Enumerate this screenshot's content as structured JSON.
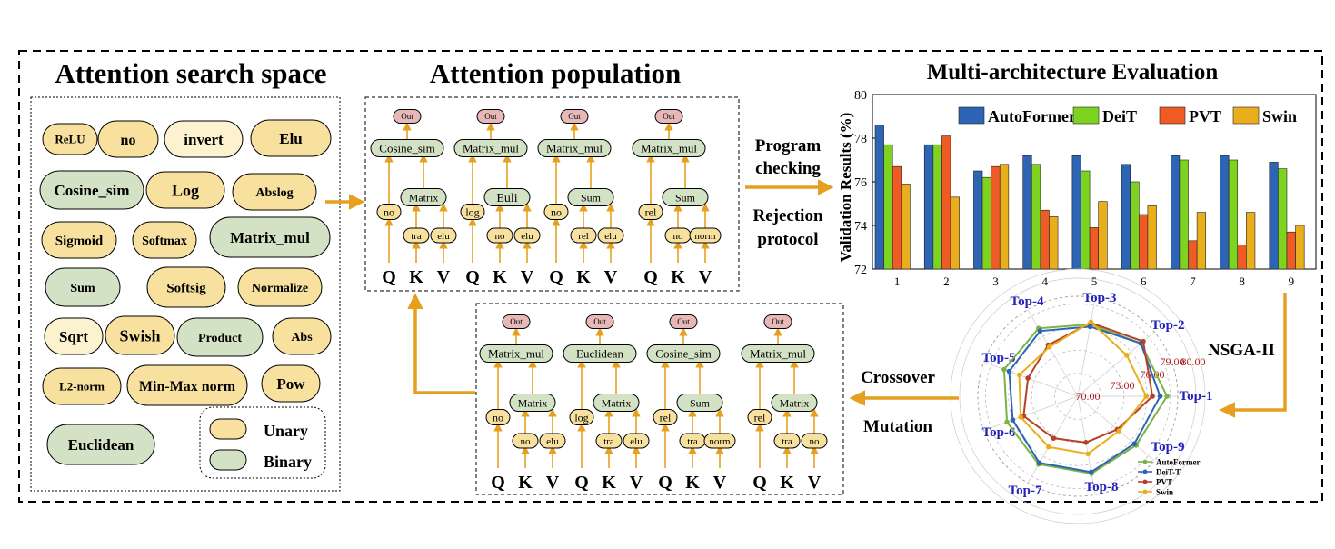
{
  "search_space": {
    "title": "Attention search space",
    "ops": [
      {
        "label": "ReLU",
        "kind": "unary"
      },
      {
        "label": "no",
        "kind": "unary"
      },
      {
        "label": "invert",
        "kind": "unary_light"
      },
      {
        "label": "Elu",
        "kind": "unary"
      },
      {
        "label": "Cosine_sim",
        "kind": "binary"
      },
      {
        "label": "Log",
        "kind": "unary"
      },
      {
        "label": "Abslog",
        "kind": "unary"
      },
      {
        "label": "Sigmoid",
        "kind": "unary"
      },
      {
        "label": "Softmax",
        "kind": "unary"
      },
      {
        "label": "Matrix_mul",
        "kind": "binary"
      },
      {
        "label": "Sum",
        "kind": "binary"
      },
      {
        "label": "Softsig",
        "kind": "unary"
      },
      {
        "label": "Normalize",
        "kind": "unary"
      },
      {
        "label": "Sqrt",
        "kind": "unary_light"
      },
      {
        "label": "Swish",
        "kind": "unary"
      },
      {
        "label": "Product",
        "kind": "binary"
      },
      {
        "label": "Abs",
        "kind": "unary"
      },
      {
        "label": "L2-norm",
        "kind": "unary"
      },
      {
        "label": "Min-Max norm",
        "kind": "unary"
      },
      {
        "label": "Pow",
        "kind": "unary"
      },
      {
        "label": "Euclidean",
        "kind": "binary"
      }
    ],
    "legend": {
      "unary": "Unary",
      "binary": "Binary"
    }
  },
  "population": {
    "title": "Attention population",
    "top_row": [
      {
        "out": "Out",
        "binary_top": "Cosine_sim",
        "binary_mid": "Matrix",
        "left_unary": "no",
        "q_op": "tra",
        "k_op": "elu"
      },
      {
        "out": "Out",
        "binary_top": "Matrix_mul",
        "binary_mid": "Euli",
        "left_unary": "log",
        "q_op": "no",
        "k_op": "elu"
      },
      {
        "out": "Out",
        "binary_top": "Matrix_mul",
        "binary_mid": "Sum",
        "left_unary": "no",
        "q_op": "rel",
        "k_op": "elu"
      },
      {
        "out": "Out",
        "binary_top": "Matrix_mul",
        "binary_mid": "Sum",
        "left_unary": "rel",
        "q_op": "no",
        "k_op": "norm"
      }
    ],
    "bottom_row": [
      {
        "out": "Out",
        "binary_top": "Matrix_mul",
        "binary_mid": "Matrix",
        "left_unary": "no",
        "q_op": "no",
        "k_op": "elu"
      },
      {
        "out": "Out",
        "binary_top": "Euclidean",
        "binary_mid": "Matrix",
        "left_unary": "log",
        "q_op": "tra",
        "k_op": "elu"
      },
      {
        "out": "Out",
        "binary_top": "Cosine_sim",
        "binary_mid": "Sum",
        "left_unary": "rel",
        "q_op": "tra",
        "k_op": "norm"
      },
      {
        "out": "Out",
        "binary_top": "Matrix_mul",
        "binary_mid": "Matrix",
        "left_unary": "rel",
        "q_op": "tra",
        "k_op": "no"
      }
    ],
    "inputs": [
      "Q",
      "K",
      "V"
    ]
  },
  "steps": {
    "program_checking": [
      "Program",
      "checking"
    ],
    "rejection_protocol": [
      "Rejection",
      "protocol"
    ],
    "nsga": "NSGA-II",
    "crossover": "Crossover",
    "mutation": "Mutation"
  },
  "evaluation": {
    "title": "Multi-architecture Evaluation"
  },
  "colors": {
    "unary": "#f8e19e",
    "binary": "#d3e2c4",
    "out": "#e6b9b8",
    "arrow": "#e4a01e",
    "autoformer": "#2e64b6",
    "deit": "#7ed321",
    "pvt": "#ef5b25",
    "swin": "#e9ae1c"
  },
  "chart_data": [
    {
      "type": "bar",
      "ylabel": "Validation Results (%)",
      "ylim": [
        72,
        80
      ],
      "yticks": [
        "72",
        "74",
        "76",
        "78",
        "80"
      ],
      "categories": [
        "1",
        "2",
        "3",
        "4",
        "5",
        "6",
        "7",
        "8",
        "9"
      ],
      "legend_position": "top",
      "series": [
        {
          "name": "AutoFormer",
          "color": "#2e64b6",
          "values": [
            78.6,
            77.7,
            76.5,
            77.2,
            77.2,
            76.8,
            77.2,
            77.2,
            76.9
          ]
        },
        {
          "name": "DeiT",
          "color": "#7ed321",
          "values": [
            77.7,
            77.7,
            76.2,
            76.8,
            76.5,
            76.0,
            77.0,
            77.0,
            76.6
          ]
        },
        {
          "name": "PVT",
          "color": "#ef5b25",
          "values": [
            76.7,
            78.1,
            76.7,
            74.7,
            73.9,
            74.5,
            73.3,
            73.1,
            73.7
          ]
        },
        {
          "name": "Swin",
          "color": "#e9ae1c",
          "values": [
            75.9,
            75.3,
            76.8,
            74.4,
            75.1,
            74.9,
            74.6,
            74.6,
            74.0
          ]
        }
      ]
    },
    {
      "type": "radar",
      "axes": [
        "Top-1",
        "Top-2",
        "Top-3",
        "Top-4",
        "Top-5",
        "Top-6",
        "Top-7",
        "Top-8",
        "Top-9"
      ],
      "rlim": [
        67,
        80
      ],
      "ring_labels": [
        "70.00",
        "73.00",
        "76.00",
        "79.00",
        "80.00"
      ],
      "legend_position": "bottom-right",
      "series": [
        {
          "name": "AutoFormer",
          "color": "#7cb342",
          "values": [
            78.6,
            77.7,
            76.5,
            77.2,
            77.2,
            76.8,
            77.2,
            77.2,
            76.9
          ]
        },
        {
          "name": "DeiT-T",
          "color": "#2e64b6",
          "values": [
            77.7,
            77.7,
            76.2,
            76.8,
            76.5,
            76.0,
            77.0,
            77.0,
            76.6
          ]
        },
        {
          "name": "PVT",
          "color": "#b5412a",
          "values": [
            76.7,
            78.1,
            76.7,
            74.7,
            73.9,
            74.5,
            73.3,
            73.1,
            73.7
          ]
        },
        {
          "name": "Swin",
          "color": "#e9ae1c",
          "values": [
            75.9,
            75.3,
            76.8,
            74.4,
            75.1,
            74.9,
            74.6,
            74.6,
            74.0
          ]
        }
      ]
    }
  ]
}
